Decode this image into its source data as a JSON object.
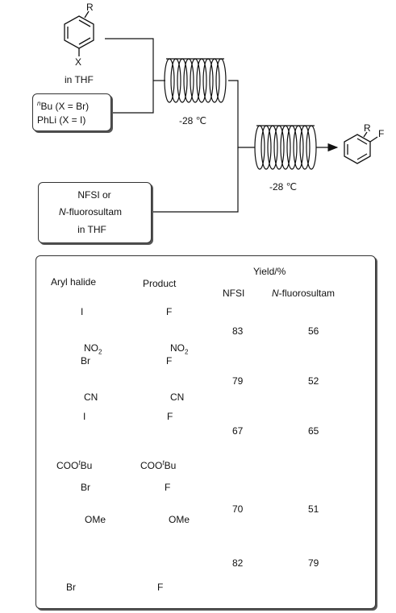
{
  "scheme": {
    "r_label": "R",
    "x_label": "X",
    "solvent_label": "in THF",
    "reagent1_sup": "n",
    "reagent1_main": "Bu (X = Br)",
    "reagent2": "PhLi (X = I)",
    "temp1": "-28 ℃",
    "temp2": "-28 ℃",
    "fluor_line1": "NFSI or",
    "fluor_line2_italic": "N",
    "fluor_line2_rest": "-fluorosultam",
    "fluor_line3": "in THF",
    "product_r": "R",
    "product_f": "F"
  },
  "table": {
    "col_aryl": "Aryl halide",
    "col_product": "Product",
    "col_yield": "Yield/%",
    "col_nfsi": "NFSI",
    "col_sultam_italic": "N",
    "col_sultam_rest": "-fluorosultam",
    "rows": [
      {
        "halide_sub1": "I",
        "halide_sub2": "NO2",
        "prod_sub1": "F",
        "prod_sub2": "NO2",
        "nfsi": "83",
        "sultam": "56"
      },
      {
        "halide_sub1": "Br",
        "halide_sub2": "CN",
        "prod_sub1": "F",
        "prod_sub2": "CN",
        "nfsi": "79",
        "sultam": "52"
      },
      {
        "halide_sub1": "I",
        "halide_sub2": "COOtBu",
        "prod_sub1": "F",
        "prod_sub2": "COOtBu",
        "nfsi": "67",
        "sultam": "65"
      },
      {
        "halide_sub1": "Br",
        "halide_sub2": "OMe",
        "prod_sub1": "F",
        "prod_sub2": "OMe",
        "nfsi": "70",
        "sultam": "51"
      },
      {
        "halide_sub1": "Br",
        "prod_sub1": "F",
        "nfsi": "82",
        "sultam": "79"
      }
    ]
  }
}
